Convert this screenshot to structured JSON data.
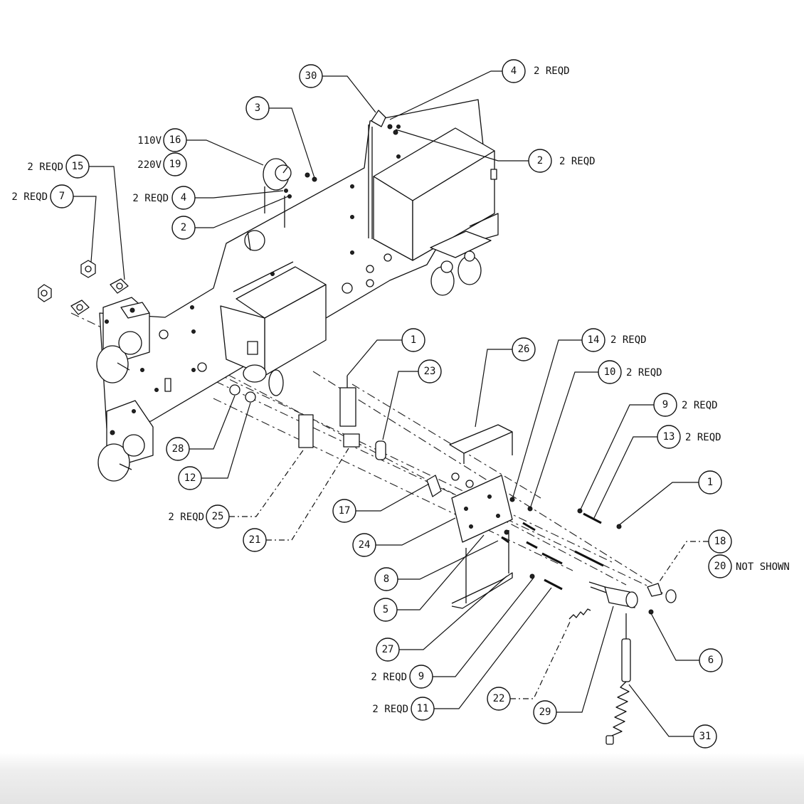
{
  "callouts": [
    {
      "number": "30"
    },
    {
      "number": "4",
      "note": "2 REQD"
    },
    {
      "number": "3"
    },
    {
      "number": "16",
      "note": "110V"
    },
    {
      "number": "19",
      "note": "220V"
    },
    {
      "number": "15",
      "note": "2 REQD"
    },
    {
      "number": "7",
      "note": "2 REQD"
    },
    {
      "number": "2",
      "note": "2 REQD"
    },
    {
      "number": "4",
      "note": "2 REQD"
    },
    {
      "number": "2"
    },
    {
      "number": "1"
    },
    {
      "number": "14",
      "note": "2 REQD"
    },
    {
      "number": "26"
    },
    {
      "number": "23"
    },
    {
      "number": "10",
      "note": "2 REQD"
    },
    {
      "number": "9",
      "note": "2 REQD"
    },
    {
      "number": "13",
      "note": "2 REQD"
    },
    {
      "number": "28"
    },
    {
      "number": "1"
    },
    {
      "number": "12"
    },
    {
      "number": "17"
    },
    {
      "number": "25",
      "note": "2 REQD"
    },
    {
      "number": "21"
    },
    {
      "number": "24"
    },
    {
      "number": "18"
    },
    {
      "number": "20",
      "note": "NOT SHOWN"
    },
    {
      "number": "8"
    },
    {
      "number": "5"
    },
    {
      "number": "27"
    },
    {
      "number": "6"
    },
    {
      "number": "9",
      "note": "2 REQD"
    },
    {
      "number": "22"
    },
    {
      "number": "11",
      "note": "2 REQD"
    },
    {
      "number": "29"
    },
    {
      "number": "31"
    }
  ]
}
